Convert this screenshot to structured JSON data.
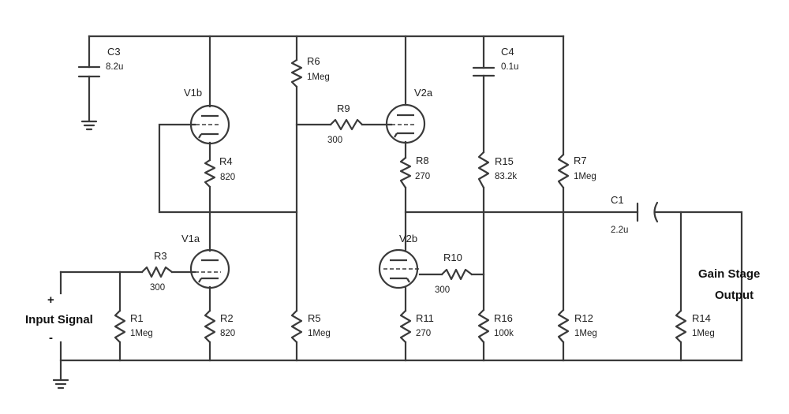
{
  "components": {
    "C3": {
      "label": "C3",
      "value": "8.2u"
    },
    "R6": {
      "label": "R6",
      "value": "1Meg"
    },
    "C4": {
      "label": "C4",
      "value": "0.1u"
    },
    "V1b": {
      "label": "V1b"
    },
    "V2a": {
      "label": "V2a"
    },
    "R9": {
      "label": "R9",
      "value": "300"
    },
    "R4": {
      "label": "R4",
      "value": "820"
    },
    "R8": {
      "label": "R8",
      "value": "270"
    },
    "R15": {
      "label": "R15",
      "value": "83.2k"
    },
    "R7": {
      "label": "R7",
      "value": "1Meg"
    },
    "C1": {
      "label": "C1",
      "value": "2.2u"
    },
    "V1a": {
      "label": "V1a"
    },
    "V2b": {
      "label": "V2b"
    },
    "R3": {
      "label": "R3",
      "value": "300"
    },
    "R10": {
      "label": "R10",
      "value": "300"
    },
    "R1": {
      "label": "R1",
      "value": "1Meg"
    },
    "R2": {
      "label": "R2",
      "value": "820"
    },
    "R5": {
      "label": "R5",
      "value": "1Meg"
    },
    "R11": {
      "label": "R11",
      "value": "270"
    },
    "R16": {
      "label": "R16",
      "value": "100k"
    },
    "R12": {
      "label": "R12",
      "value": "1Meg"
    },
    "R14": {
      "label": "R14",
      "value": "1Meg"
    }
  },
  "input": {
    "plus": "+",
    "label": "Input Signal",
    "minus": "-"
  },
  "output": {
    "line1": "Gain Stage",
    "line2": "Output"
  }
}
